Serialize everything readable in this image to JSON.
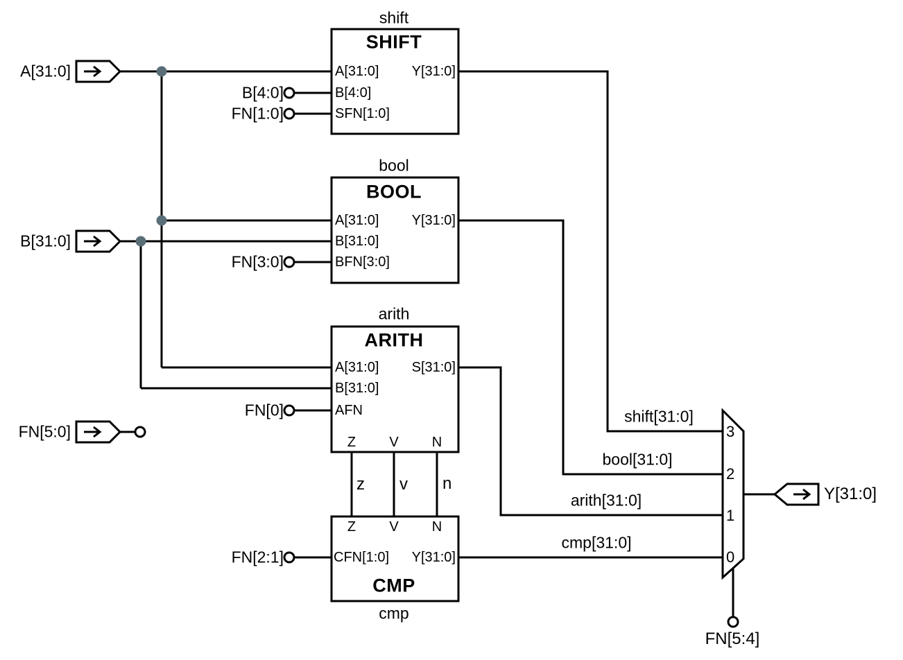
{
  "io_ports": {
    "a": "A[31:0]",
    "b": "B[31:0]",
    "fn": "FN[5:0]",
    "y": "Y[31:0]"
  },
  "modules": {
    "shift": {
      "instance": "shift",
      "title": "SHIFT",
      "port_a": "A[31:0]",
      "port_b": "B[4:0]",
      "port_fn": "SFN[1:0]",
      "port_y": "Y[31:0]"
    },
    "bool": {
      "instance": "bool",
      "title": "BOOL",
      "port_a": "A[31:0]",
      "port_b": "B[31:0]",
      "port_fn": "BFN[3:0]",
      "port_y": "Y[31:0]"
    },
    "arith": {
      "instance": "arith",
      "title": "ARITH",
      "port_a": "A[31:0]",
      "port_b": "B[31:0]",
      "port_fn": "AFN",
      "port_s": "S[31:0]",
      "port_z": "Z",
      "port_v": "V",
      "port_n": "N"
    },
    "cmp": {
      "instance": "cmp",
      "title": "CMP",
      "port_z": "Z",
      "port_v": "V",
      "port_n": "N",
      "port_cfn": "CFN[1:0]",
      "port_y": "Y[31:0]"
    }
  },
  "bit_stubs": {
    "shift_b": "B[4:0]",
    "shift_fn": "FN[1:0]",
    "bool_fn": "FN[3:0]",
    "arith_fn": "FN[0]",
    "cmp_fn": "FN[2:1]",
    "mux_sel": "FN[5:4]"
  },
  "wire_labels": {
    "shift_y": "shift[31:0]",
    "bool_y": "bool[31:0]",
    "arith_s": "arith[31:0]",
    "cmp_y": "cmp[31:0]",
    "flag_z": "z",
    "flag_v": "v",
    "flag_n": "n"
  },
  "mux": {
    "in3": "3",
    "in2": "2",
    "in1": "1",
    "in0": "0"
  },
  "colors": {
    "wire": "#000000",
    "junction": "#5a6e78",
    "background": "#ffffff"
  }
}
